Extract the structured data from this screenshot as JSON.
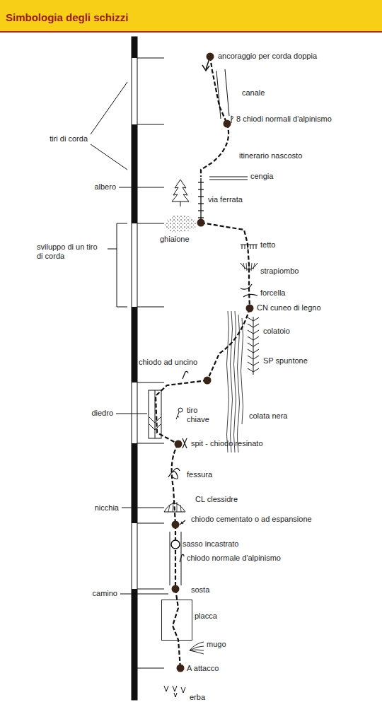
{
  "diagram": {
    "title": "Simbologia degli schizzi",
    "nodes": [
      {
        "text": [
          "placca"
        ]
      }
    ],
    "labels": [
      "ancoraggio per corda doppia",
      "canale",
      "8 chiodi normali d'alpinismo",
      "tiri di corda",
      "itinerario nascosto",
      "cengia",
      "albero",
      "via ferrata",
      "ghiaione",
      "tetto",
      "sviluppo di un tiro di corda",
      "strapiombo",
      "forcella",
      "CN cuneo di legno",
      "colatoio",
      "chiodo ad uncino",
      "SP spuntone",
      "colata nera",
      "diedro",
      "tiro chiave",
      "spit - chiodo resinato",
      "fessura",
      "CL clessidre",
      "nicchia",
      "chiodo cementato o ad espansione",
      "sasso incastrato",
      "chiodo normale d'alpinismo",
      "camino",
      "sosta",
      "mugo",
      "A attacco",
      "erba"
    ]
  }
}
